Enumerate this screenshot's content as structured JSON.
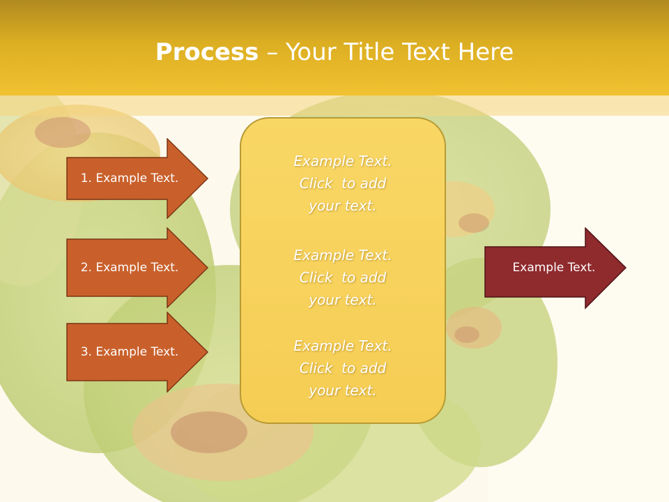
{
  "colors": {
    "title_bar": "#dcae22",
    "arrow_orange": "#c9602b",
    "arrow_red": "#8f2a2d",
    "center_box": "#f7d05c",
    "text_white": "#ffffff"
  },
  "title": {
    "bold": "Process",
    "separator": " – ",
    "rest": "Your Title Text Here"
  },
  "left_arrows": [
    {
      "label": "1. Example Text."
    },
    {
      "label": "2. Example Text."
    },
    {
      "label": "3. Example Text."
    }
  ],
  "center_box": {
    "blocks": [
      {
        "line1": "Example Text.",
        "line2": "Click  to add",
        "line3": "your text."
      },
      {
        "line1": "Example Text.",
        "line2": "Click  to add",
        "line3": "your text."
      },
      {
        "line1": "Example Text.",
        "line2": "Click  to add",
        "line3": "your text."
      }
    ]
  },
  "right_arrow": {
    "label": "Example Text."
  }
}
